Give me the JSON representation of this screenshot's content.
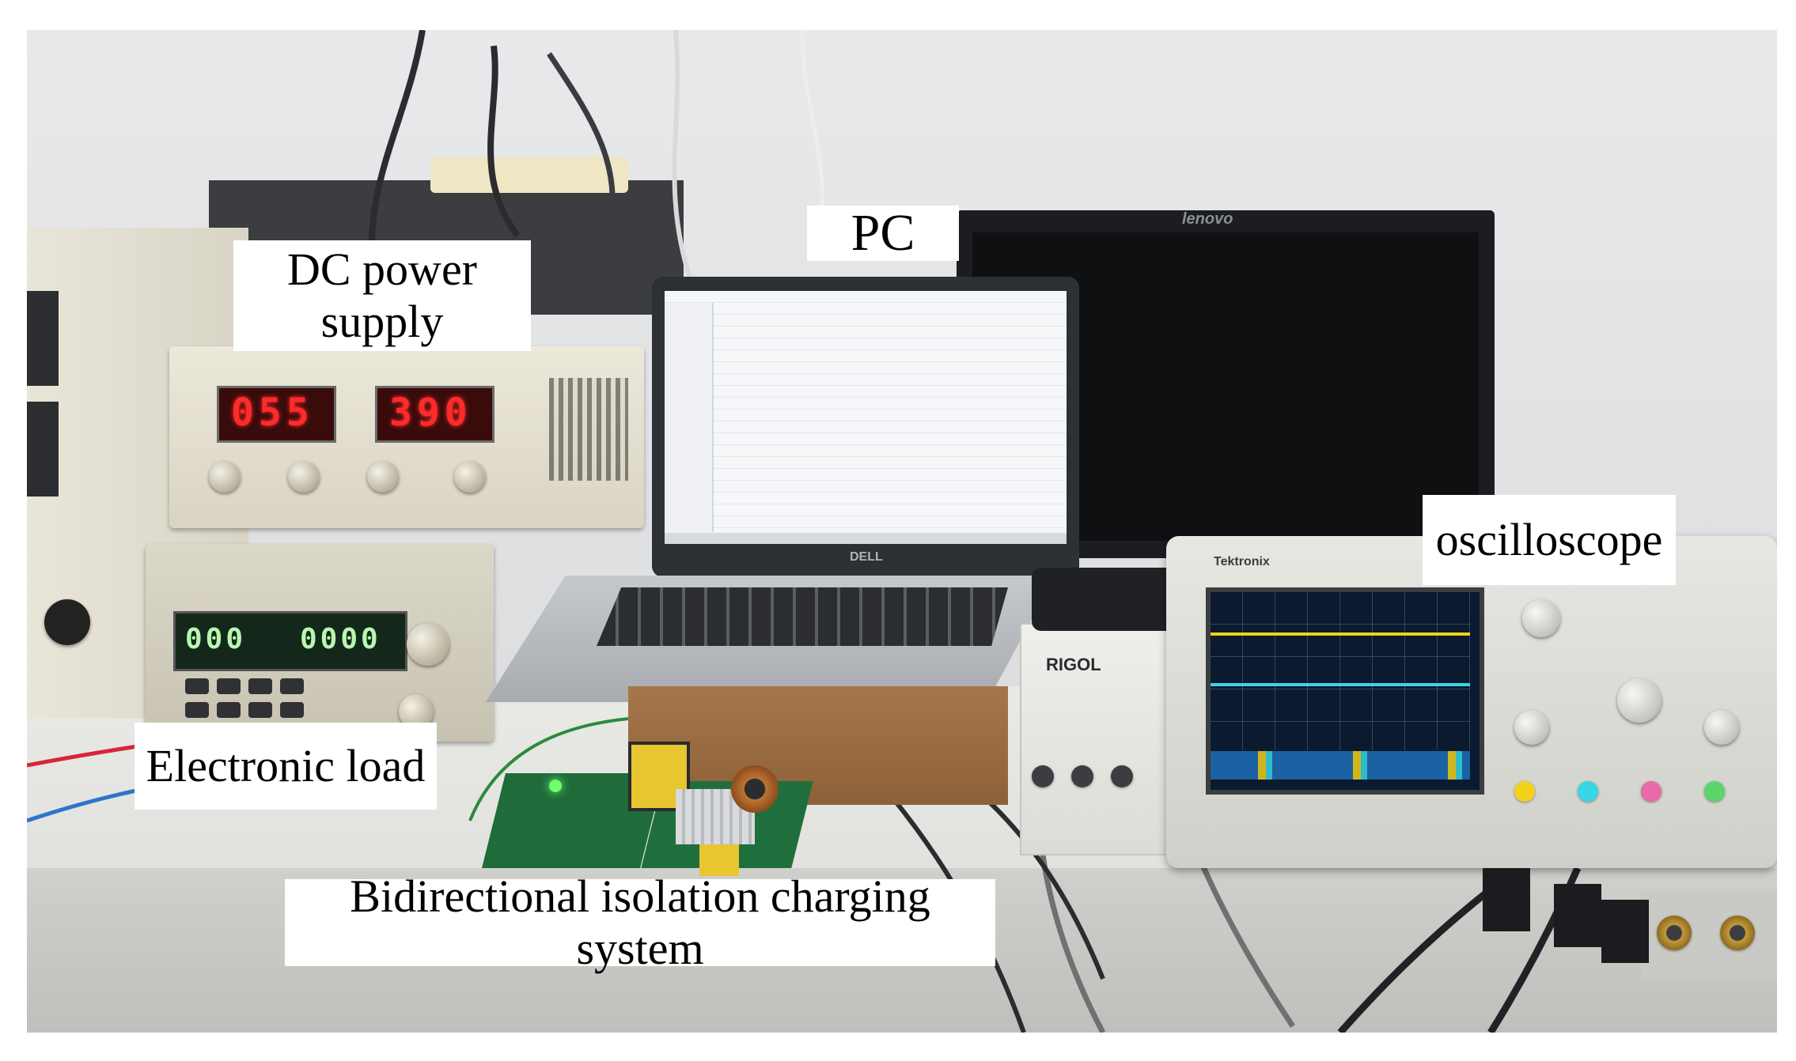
{
  "labels": {
    "dc_power_supply": [
      "DC power",
      "supply"
    ],
    "pc": "PC",
    "oscilloscope": "oscilloscope",
    "electronic_load": "Electronic load",
    "charging_system": "Bidirectional isolation charging system"
  },
  "readouts": {
    "supply_current": "055",
    "supply_voltage": "390",
    "load_left": "000",
    "load_right": "0000"
  },
  "brands": {
    "monitor": "lenovo",
    "laptop": "DELL",
    "rigol": "RIGOL",
    "tek": "Tektronix"
  },
  "colors": {
    "bench": "#e6e6e4",
    "wall": "#e0e1e3",
    "supply_body": "#e8e4d4",
    "led_red": "#ff2a2a",
    "pcb_green": "#1f6b3a",
    "scope_trace_yellow": "#f2d21a",
    "scope_trace_cyan": "#38d6e6"
  }
}
